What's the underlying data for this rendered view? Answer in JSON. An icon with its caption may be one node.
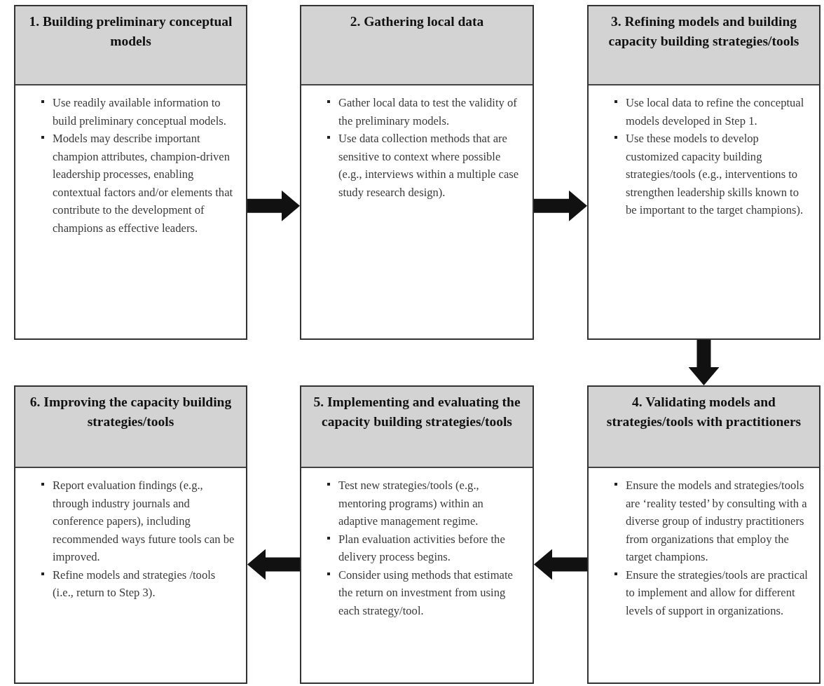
{
  "diagram": {
    "nodes": [
      {
        "text": [
          "1. Building preliminary conceptual models",
          "Use readily available information to build preliminary conceptual models.",
          "Models may describe important champion attributes, champion-driven leadership processes, enabling contextual factors and/or elements that contribute to the development of champions as effective leaders."
        ]
      },
      {
        "text": [
          "2. Gathering local data",
          "Gather local data to test the validity of the preliminary models.",
          "Use data collection methods that are sensitive to context where possible (e.g., interviews within a multiple case study research design)."
        ]
      },
      {
        "text": [
          "3. Refining models and building capacity building strategies/tools",
          "Use local data to refine the conceptual models developed in Step 1.",
          "Use these models to develop customized capacity building strategies/tools (e.g., interventions to strengthen leadership skills known to be important to the target champions)."
        ]
      },
      {
        "text": [
          "4. Validating models and strategies/tools with practitioners",
          "Ensure the models and strategies/tools are ‘reality tested’ by consulting with a diverse group of industry practitioners from organizations that employ the target champions.",
          "Ensure the strategies/tools are practical to implement and allow for different levels of support in organizations."
        ]
      },
      {
        "text": [
          "5. Implementing and evaluating the capacity building strategies/tools",
          "Test new strategies/tools (e.g., mentoring programs) within an adaptive management regime.",
          "Plan evaluation activities before the delivery process begins.",
          "Consider using methods that estimate the return on investment from using each strategy/tool."
        ]
      },
      {
        "text": [
          "6. Improving the capacity building strategies/tools",
          "Report evaluation findings (e.g., through industry journals and conference papers), including recommended ways future tools can be improved.",
          "Refine models and strategies /tools (i.e., return to Step 3)."
        ]
      }
    ],
    "edges": [
      {
        "from": 0,
        "to": 1,
        "arrow": "to"
      },
      {
        "from": 1,
        "to": 2,
        "arrow": "to"
      },
      {
        "from": 2,
        "to": 3,
        "arrow": "to"
      },
      {
        "from": 3,
        "to": 4,
        "arrow": "to"
      },
      {
        "from": 4,
        "to": 5,
        "arrow": "to"
      }
    ]
  }
}
